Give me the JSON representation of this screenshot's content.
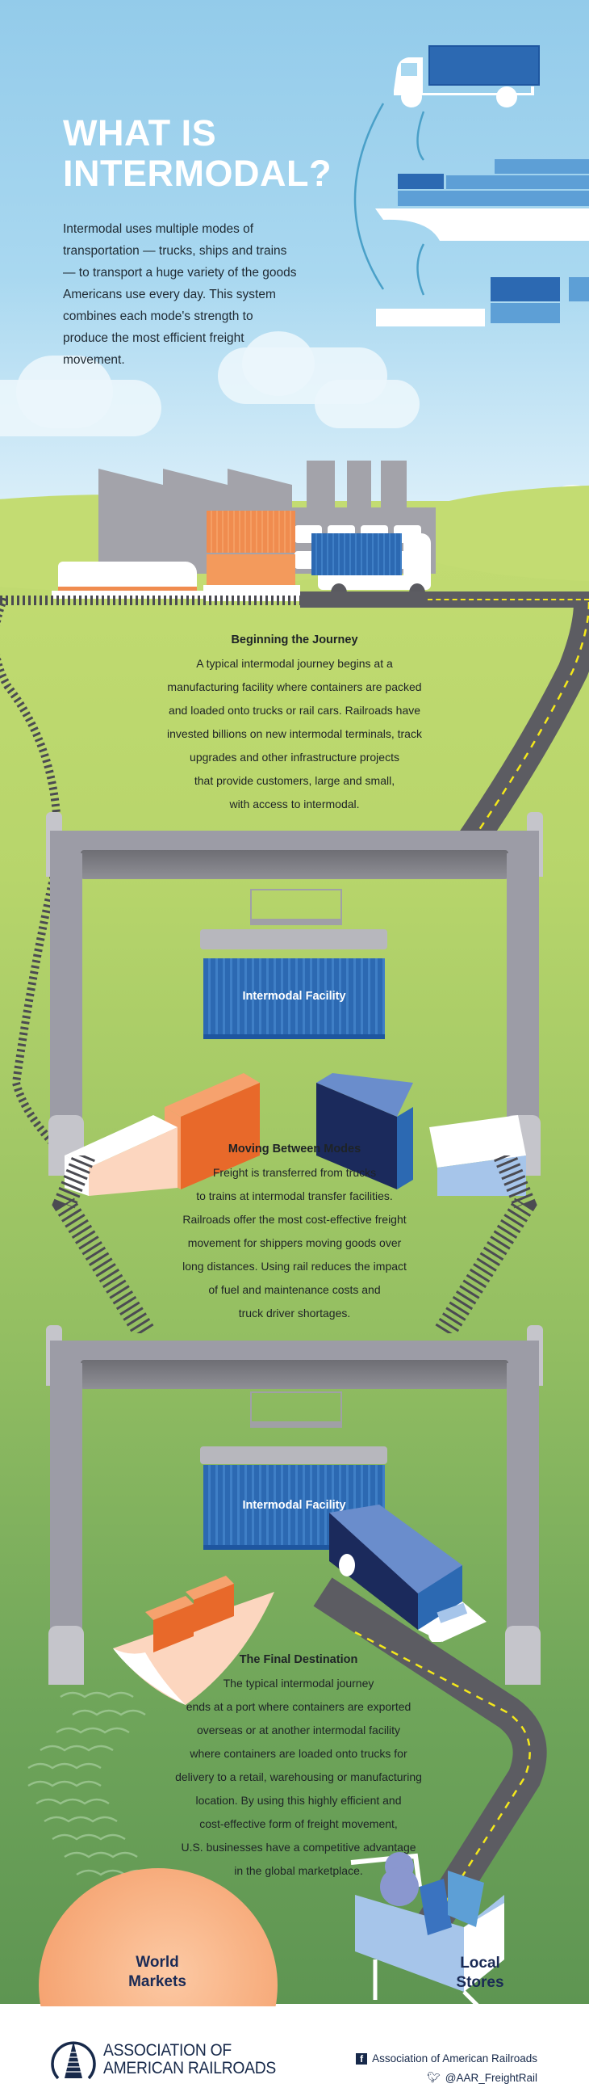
{
  "header": {
    "title_line1": "WHAT IS",
    "title_line2": "INTERMODAL?",
    "intro": "Intermodal uses multiple modes of transportation — trucks, ships and trains — to transport a huge variety of the goods Americans use every day. This system combines each mode's strength to produce the most efficient freight movement."
  },
  "sections": [
    {
      "heading": "Beginning the Journey",
      "body": "A typical intermodal journey begins at a\nmanufacturing facility where containers are packed\nand loaded onto trucks or rail cars. Railroads have\ninvested billions on new intermodal terminals, track\nupgrades and other infrastructure projects\nthat provide customers, large and small,\nwith access to intermodal."
    },
    {
      "heading": "Moving Between Modes",
      "body": "Freight is transferred from trucks\nto trains at intermodal transfer facilities.\nRailroads offer the most cost-effective freight\nmovement for shippers moving goods over\nlong distances. Using rail reduces the impact\nof fuel and maintenance costs and\ntruck driver shortages."
    },
    {
      "heading": "The Final Destination",
      "body": "The typical intermodal journey\nends at a port where containers are exported\noverseas or at another intermodal facility\nwhere containers are loaded onto trucks for\ndelivery to a retail, warehousing or manufacturing\nlocation. By using this highly efficient and\ncost-effective form of freight movement,\nU.S. businesses have a competitive advantage\nin the global marketplace."
    }
  ],
  "facilities": [
    {
      "label": "Intermodal Facility"
    },
    {
      "label": "Intermodal Facility"
    }
  ],
  "destinations": {
    "world_line1": "World",
    "world_line2": "Markets",
    "local_line1": "Local",
    "local_line2": "Stores"
  },
  "footer": {
    "org_line1": "ASSOCIATION OF",
    "org_line2": "AMERICAN RAILROADS",
    "facebook_label": "Association of American Railroads",
    "twitter_handle": "@AAR_FreightRail",
    "facebook_icon": "facebook-icon",
    "twitter_icon": "twitter-icon"
  },
  "colors": {
    "sky": "#93cbea",
    "grass_top": "#c3dc72",
    "grass_bottom": "#5e9552",
    "container_blue": "#2c69b2",
    "container_orange": "#f08c4f",
    "navy": "#17294a",
    "road": "#5c5c62",
    "lane_yellow": "#f4e81b"
  }
}
